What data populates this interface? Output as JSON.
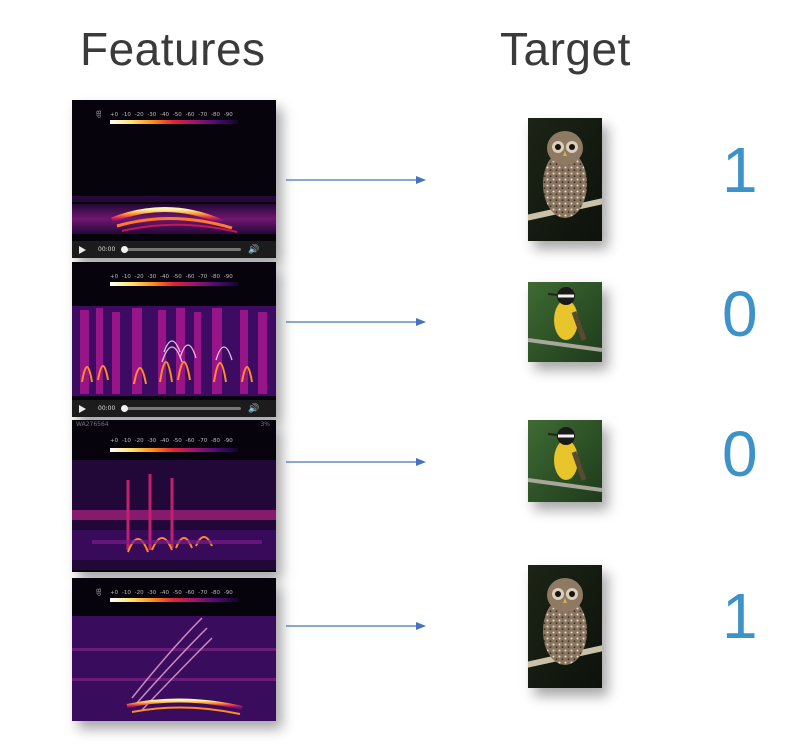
{
  "headings": {
    "features": "Features",
    "target": "Target"
  },
  "scale": {
    "unit": "dB",
    "ticks": "+0 -10 -20 -30 -40 -50 -60 -70 -80 -90"
  },
  "player": {
    "time": "00:00"
  },
  "spec3_meta": {
    "id": "WA276564",
    "percent": "3%"
  },
  "rows": [
    {
      "target_bird": "owl",
      "label": "1"
    },
    {
      "target_bird": "kiskadee",
      "label": "0"
    },
    {
      "target_bird": "kiskadee",
      "label": "0"
    },
    {
      "target_bird": "owl",
      "label": "1"
    }
  ],
  "colors": {
    "arrow": "#4472c4",
    "label": "#3d93c9",
    "heading": "#3a3a3a"
  }
}
